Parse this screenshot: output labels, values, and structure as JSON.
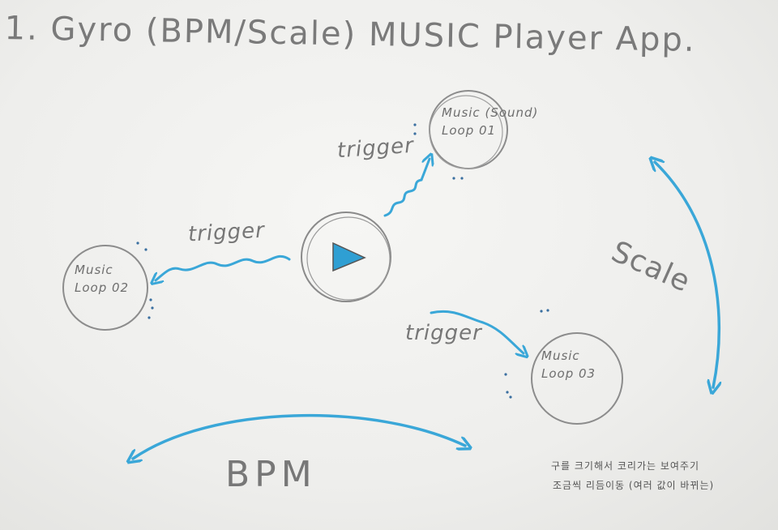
{
  "title": "1. Gyro (BPM/Scale) MUSIC Player App.",
  "colors": {
    "pencil": "#707070",
    "accent": "#3aa7d8"
  },
  "icons": {
    "play": "play-icon"
  },
  "nodes": {
    "loop1": {
      "line1": "Music (Sound)",
      "line2": "Loop 01"
    },
    "loop2": {
      "line1": "Music",
      "line2": "Loop 02"
    },
    "loop3": {
      "line1": "Music",
      "line2": "Loop 03"
    }
  },
  "triggers": {
    "top": "trigger",
    "left": "trigger",
    "bottom": "trigger"
  },
  "axes": {
    "horizontal": "BPM",
    "vertical": "Scale"
  },
  "note": {
    "line1": "구를 크기해서 코리가는 보여주기",
    "line2": "조금씩 리듬이동 (여러 값이 바뀌는)"
  }
}
